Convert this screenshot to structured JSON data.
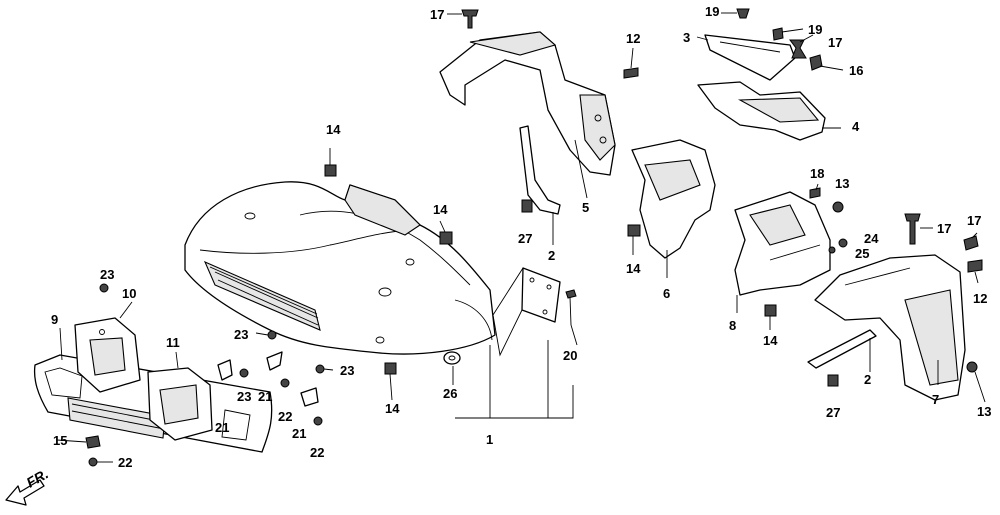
{
  "diagram": {
    "callouts": {
      "c1": "1",
      "c2a": "2",
      "c2b": "2",
      "c3": "3",
      "c4": "4",
      "c5": "5",
      "c6": "6",
      "c7": "7",
      "c8": "8",
      "c9": "9",
      "c10": "10",
      "c11": "11",
      "c12a": "12",
      "c12b": "12",
      "c13a": "13",
      "c13b": "13",
      "c14a": "14",
      "c14b": "14",
      "c14c": "14",
      "c14d": "14",
      "c14e": "14",
      "c15": "15",
      "c16": "16",
      "c17a": "17",
      "c17b": "17",
      "c17c": "17",
      "c17d": "17",
      "c18": "18",
      "c19a": "19",
      "c19b": "19",
      "c20": "20",
      "c21a": "21",
      "c21b": "21",
      "c21c": "21",
      "c22a": "22",
      "c22b": "22",
      "c22c": "22",
      "c23a": "23",
      "c23b": "23",
      "c23c": "23",
      "c23d": "23",
      "c24": "24",
      "c25": "25",
      "c26": "26",
      "c27a": "27",
      "c27b": "27"
    },
    "direction_label": "FR."
  }
}
